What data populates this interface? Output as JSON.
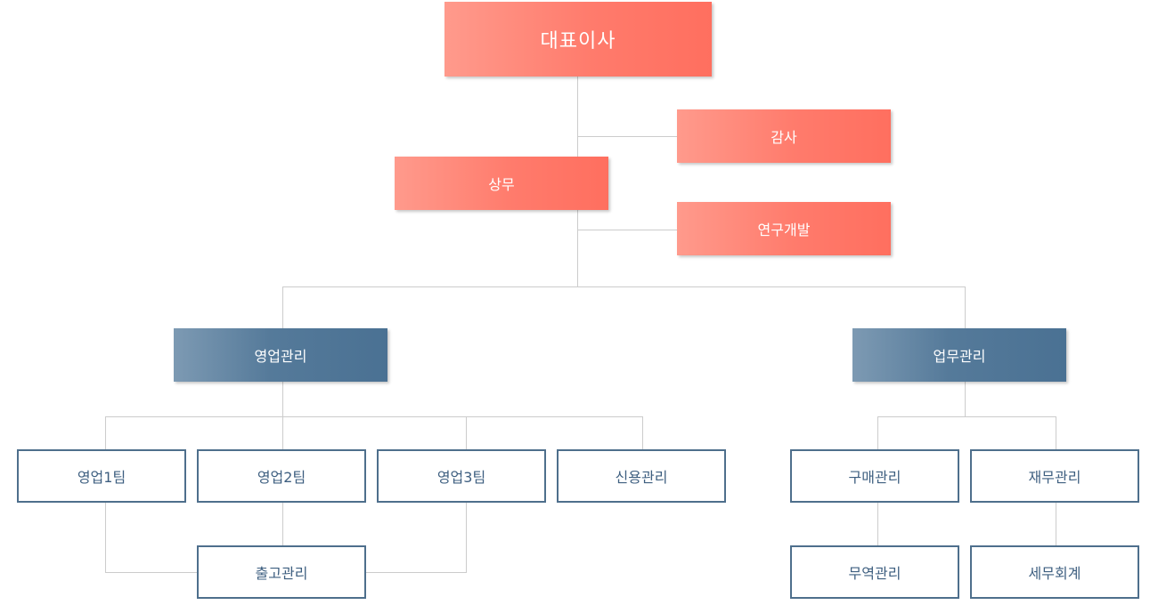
{
  "colors": {
    "executive": "#ff7b6c",
    "department": "#557a9a",
    "team_border": "#4e6f8c",
    "team_text": "#3e5f80",
    "connector": "#cccccc"
  },
  "org": {
    "ceo": "대표이사",
    "audit": "감사",
    "executive_director": "상무",
    "rnd": "연구개발",
    "sales_mgmt": "영업관리",
    "business_mgmt": "업무관리",
    "sales_team_1": "영업1팀",
    "sales_team_2": "영업2팀",
    "sales_team_3": "영업3팀",
    "credit_mgmt": "신용관리",
    "shipping_mgmt": "출고관리",
    "purchase_mgmt": "구매관리",
    "finance_mgmt": "재무관리",
    "trade_mgmt": "무역관리",
    "tax_accounting": "세무회계"
  }
}
